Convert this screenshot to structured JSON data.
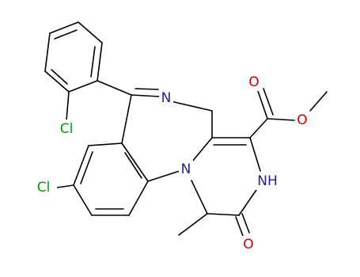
{
  "molecule": {
    "atoms": {
      "cl_top": {
        "symbol": "Cl",
        "color": "#00a000"
      },
      "cl_left": {
        "symbol": "Cl",
        "color": "#00a000"
      },
      "n_imine": {
        "symbol": "N",
        "color": "#2020a0"
      },
      "n_ring": {
        "symbol": "N",
        "color": "#2020a0"
      },
      "nh": {
        "symbol": "NH",
        "color": "#2020a0"
      },
      "o_carbonyl_ester": {
        "symbol": "O",
        "color": "#d00000"
      },
      "o_ester": {
        "symbol": "O",
        "color": "#d00000"
      },
      "o_amide": {
        "symbol": "O",
        "color": "#d00000"
      }
    },
    "bond_color": "#000000"
  }
}
